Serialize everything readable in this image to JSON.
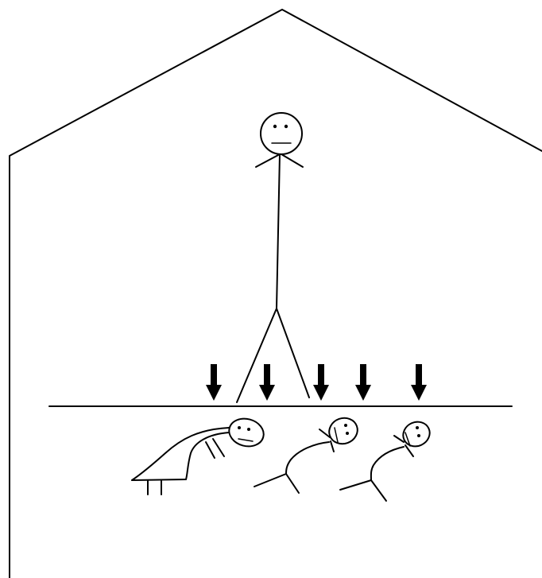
{
  "colors": {
    "ink": "#000000",
    "background": "#ffffff"
  },
  "scene": {
    "standing_figures": 1,
    "pressure_arrows": 5,
    "figures_below_floor": 3
  }
}
